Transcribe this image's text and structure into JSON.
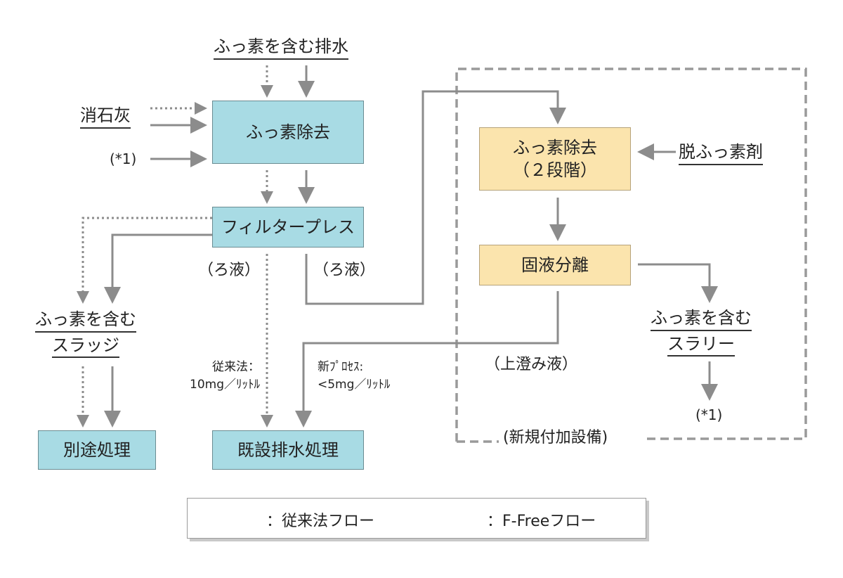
{
  "boxes": {
    "fluorine_removal": "ふっ素除去",
    "filter_press": "フィルタープレス",
    "separate_treatment": "別途処理",
    "existing_drainage": "既設排水処理",
    "fluorine_removal_2": [
      "ふっ素除去",
      "（２段階）"
    ],
    "solid_liquid": "固液分離"
  },
  "labels": {
    "fluorine_wastewater": "ふっ素を含む排水",
    "slaked_lime": "消石灰",
    "ref_1_left": "(*1)",
    "defluoridation_agent": "脱ふっ素剤",
    "filtrate_left": "（ろ液）",
    "filtrate_right": "（ろ液）",
    "sludge": [
      "ふっ素を含む",
      "スラッジ"
    ],
    "conventional": [
      "従来法：",
      "10mg／ﾘｯﾄﾙ"
    ],
    "new_process": [
      "新ﾌﾟﾛｾｽ:",
      "<5mg／ﾘｯﾄﾙ"
    ],
    "supernatant": "（上澄み液）",
    "slurry": [
      "ふっ素を含む",
      "スラリー"
    ],
    "ref_1_right": "(*1)",
    "new_equipment": "(新規付加設備)"
  },
  "legend": {
    "conventional_flow": "：従来法フロー",
    "ffree_flow": "：F-Freeフロー"
  },
  "colors": {
    "blue_box": "#a8dbe4",
    "yellow_box": "#fbe4ad",
    "arrow": "#8c8c8c",
    "dashed_border": "#9a9a9a"
  }
}
